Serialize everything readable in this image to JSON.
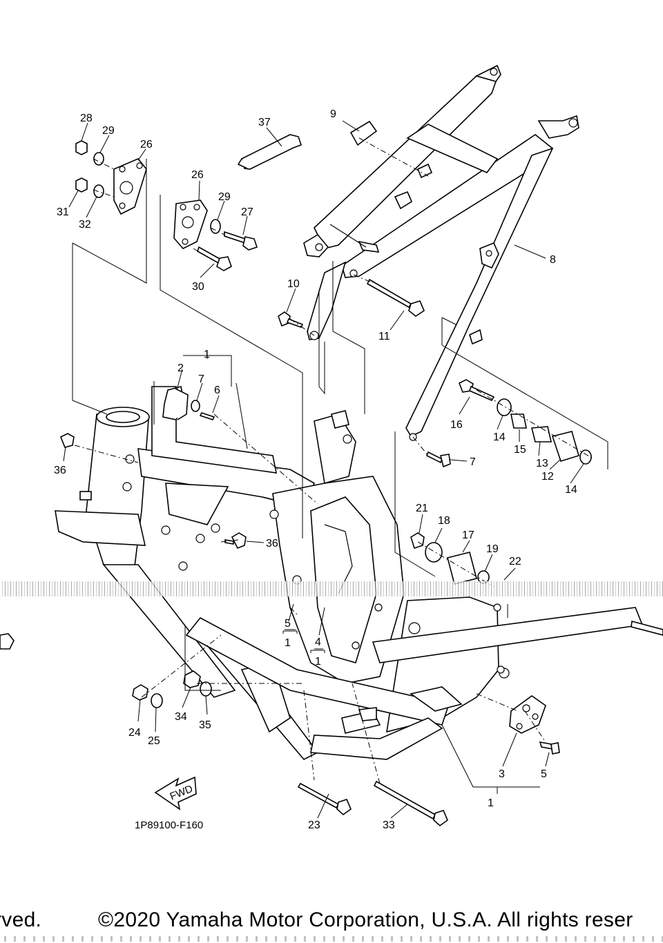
{
  "diagram": {
    "part_code": "1P89100-F160",
    "fwd_label": "FWD",
    "callouts": {
      "c28": "28",
      "c29a": "29",
      "c26a": "26",
      "c31": "31",
      "c32": "32",
      "c26b": "26",
      "c29b": "29",
      "c27": "27",
      "c30": "30",
      "c37": "37",
      "c9": "9",
      "c8": "8",
      "c10": "10",
      "c11": "11",
      "c1a": "1",
      "c2": "2",
      "c7a": "7",
      "c6": "6",
      "c36a": "36",
      "c36b": "36",
      "c16": "16",
      "c14a": "14",
      "c15": "15",
      "c13": "13",
      "c12": "12",
      "c14b": "14",
      "c7b": "7",
      "c21": "21",
      "c18": "18",
      "c17": "17",
      "c19": "19",
      "c22": "22",
      "c5a": "5",
      "c1b": "1",
      "c4": "4",
      "c1c": "1",
      "c24": "24",
      "c25": "25",
      "c34": "34",
      "c35": "35",
      "c3": "3",
      "c5b": "5",
      "c1d": "1",
      "c23": "23",
      "c33": "33"
    }
  },
  "footer": {
    "left_fragment": "rved.",
    "copyright": "©2020 Yamaha Motor Corporation, U.S.A. All rights reser"
  }
}
